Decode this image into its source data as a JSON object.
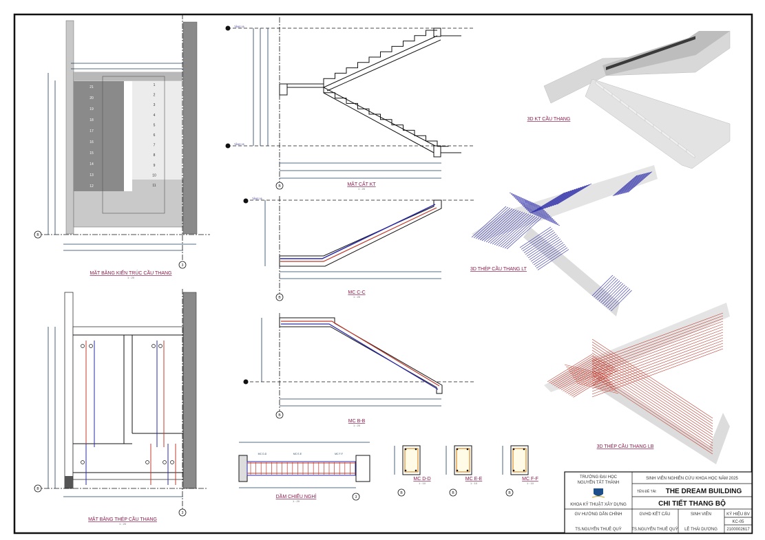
{
  "sheet": {
    "views": {
      "plan_arch": {
        "title": "MẶT BẰNG KIẾN TRÚC CẦU THANG",
        "scale": "1 : 20"
      },
      "section_arch": {
        "title": "MẶT CẮT KT",
        "scale": "1 : 20"
      },
      "section_cc": {
        "title": "MC C-C",
        "scale": "1 : 20"
      },
      "section_bb": {
        "title": "MC B-B",
        "scale": "1 : 20"
      },
      "plan_steel": {
        "title": "MẶT BẰNG THÉP CẦU THANG",
        "scale": "1 : 20"
      },
      "landing_beam": {
        "title": "DẦM CHIẾU NGHỈ",
        "scale": "1 : 20"
      },
      "section_dd": {
        "title": "MC D-D",
        "scale": "1 : 10"
      },
      "section_ee": {
        "title": "MC E-E",
        "scale": "1 : 10"
      },
      "section_ff": {
        "title": "MC F-F",
        "scale": "1 : 10"
      },
      "view_3d_arch": {
        "title": "3D KT CẦU THANG"
      },
      "view_3d_steel_lt": {
        "title": "3D THÉP CẦU THANG LT"
      },
      "view_3d_steel_lb": {
        "title": "3D THÉP CẦU THANG LB"
      }
    },
    "beam_cut_labels": [
      "MC D-D",
      "MC E-E",
      "MC F-F"
    ],
    "grid_labels": {
      "b": "B",
      "three": "3"
    },
    "levels": {
      "top": "TẦNG 16",
      "bottom": "TẦNG 15",
      "cc": "TẦNG 16"
    },
    "step_numbers_right": [
      "1",
      "2",
      "3",
      "4",
      "5",
      "6",
      "7",
      "8",
      "9",
      "10",
      "11"
    ],
    "step_numbers_left": [
      "12",
      "13",
      "14",
      "15",
      "16",
      "17",
      "18",
      "19",
      "20",
      "21"
    ]
  },
  "title_block": {
    "school_line1": "TRƯỜNG ĐẠI HỌC",
    "school_line2": "NGUYỄN TẤT THÀNH",
    "faculty": "KHOA KỸ THUẬT XÂY DỰNG",
    "program": "SINH VIÊN NGHIÊN CỨU KHOA HỌC NĂM 2025",
    "project_label": "TÊN ĐỀ TÀI:",
    "project_name": "THE DREAM BUILDING",
    "drawing_name": "CHI TIẾT THANG BỘ",
    "advisor_label": "GV HƯỚNG DẪN CHÍNH",
    "advisor_name": "TS.NGUYỄN THUÊ QUỲ",
    "structure_label": "GVHD KẾT CẤU",
    "structure_name": "TS.NGUYỄN THUÊ QUỲ",
    "student_label": "SINH VIÊN",
    "student_name": "LÊ THÁI DƯƠNG",
    "code_label": "KÝ HIỆU BV",
    "code": "KC-05",
    "student_id": "2100002617"
  },
  "colors": {
    "rebar_blue": "#2a2aa8",
    "rebar_red": "#c0392b",
    "title_text": "#8b1a4a",
    "dimension": "#1c3a5c",
    "stirrup_orange": "#e08a1e"
  }
}
